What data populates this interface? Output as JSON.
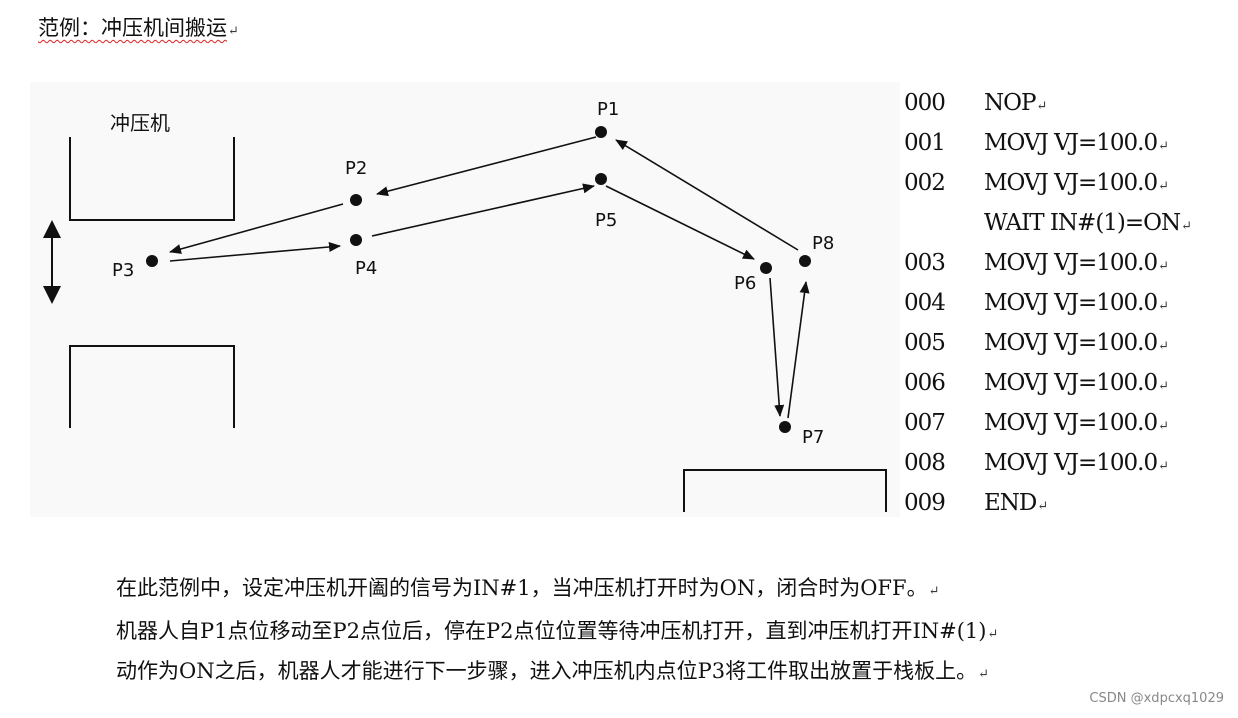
{
  "title": "范例：冲压机间搬运",
  "return_mark": "↵",
  "diagram": {
    "press_label": "冲压机",
    "points": {
      "p1": "P1",
      "p2": "P2",
      "p3": "P3",
      "p4": "P4",
      "p5": "P5",
      "p6": "P6",
      "p7": "P7",
      "p8": "P8"
    }
  },
  "program": [
    {
      "line": "000",
      "command": "NOP"
    },
    {
      "line": "001",
      "command": "MOVJ VJ=100.0"
    },
    {
      "line": "002",
      "command": "MOVJ VJ=100.0"
    },
    {
      "line": "",
      "command": "WAIT IN#(1)=ON"
    },
    {
      "line": "003",
      "command": "MOVJ VJ=100.0"
    },
    {
      "line": "004",
      "command": "MOVJ VJ=100.0"
    },
    {
      "line": "005",
      "command": "MOVJ VJ=100.0"
    },
    {
      "line": "006",
      "command": "MOVJ VJ=100.0"
    },
    {
      "line": "007",
      "command": "MOVJ VJ=100.0"
    },
    {
      "line": "008",
      "command": "MOVJ VJ=100.0"
    },
    {
      "line": "009",
      "command": "END"
    }
  ],
  "paragraph": [
    "在此范例中，设定冲压机开阖的信号为IN#1，当冲压机打开时为ON，闭合时为OFF。",
    "机器人自P1点位移动至P2点位后，停在P2点位位置等待冲压机打开，直到冲压机打开IN#(1)",
    "动作为ON之后，机器人才能进行下一步骤，进入冲压机内点位P3将工件取出放置于栈板上。"
  ],
  "watermark": "CSDN @xdpcxq1029"
}
